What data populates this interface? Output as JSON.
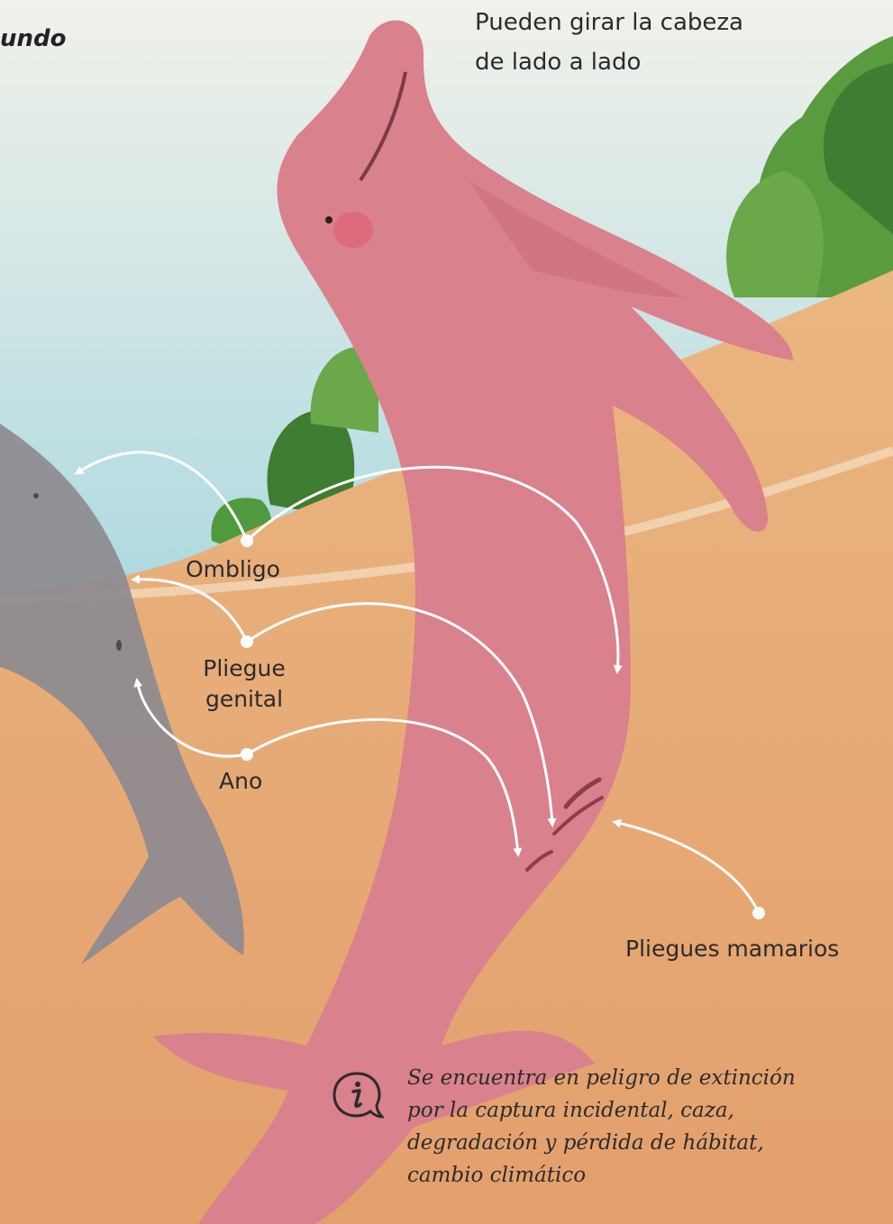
{
  "title_fragment": "undo",
  "annotations": {
    "head_turn": [
      "Pueden girar la cabeza",
      "de lado a lado"
    ],
    "ombligo": "Ombligo",
    "pliegue_genital": [
      "Pliegue",
      "genital"
    ],
    "ano": "Ano",
    "pliegues_mamarios": "Pliegues mamarios"
  },
  "info": {
    "icon": "info-speech-bubble-icon",
    "lines": [
      "Se encuentra en peligro de extinción",
      "por la captura incidental, caza,",
      "degradación y pérdida de hábitat,",
      "cambio climático"
    ]
  },
  "colors": {
    "sky": "#bfe0e6",
    "sand": "#e8a574",
    "pink_dolphin": "#d9818c",
    "gray_dolphin": "#8d8a90",
    "foliage": "#4f9a3e",
    "arrows": "#ffffff"
  }
}
